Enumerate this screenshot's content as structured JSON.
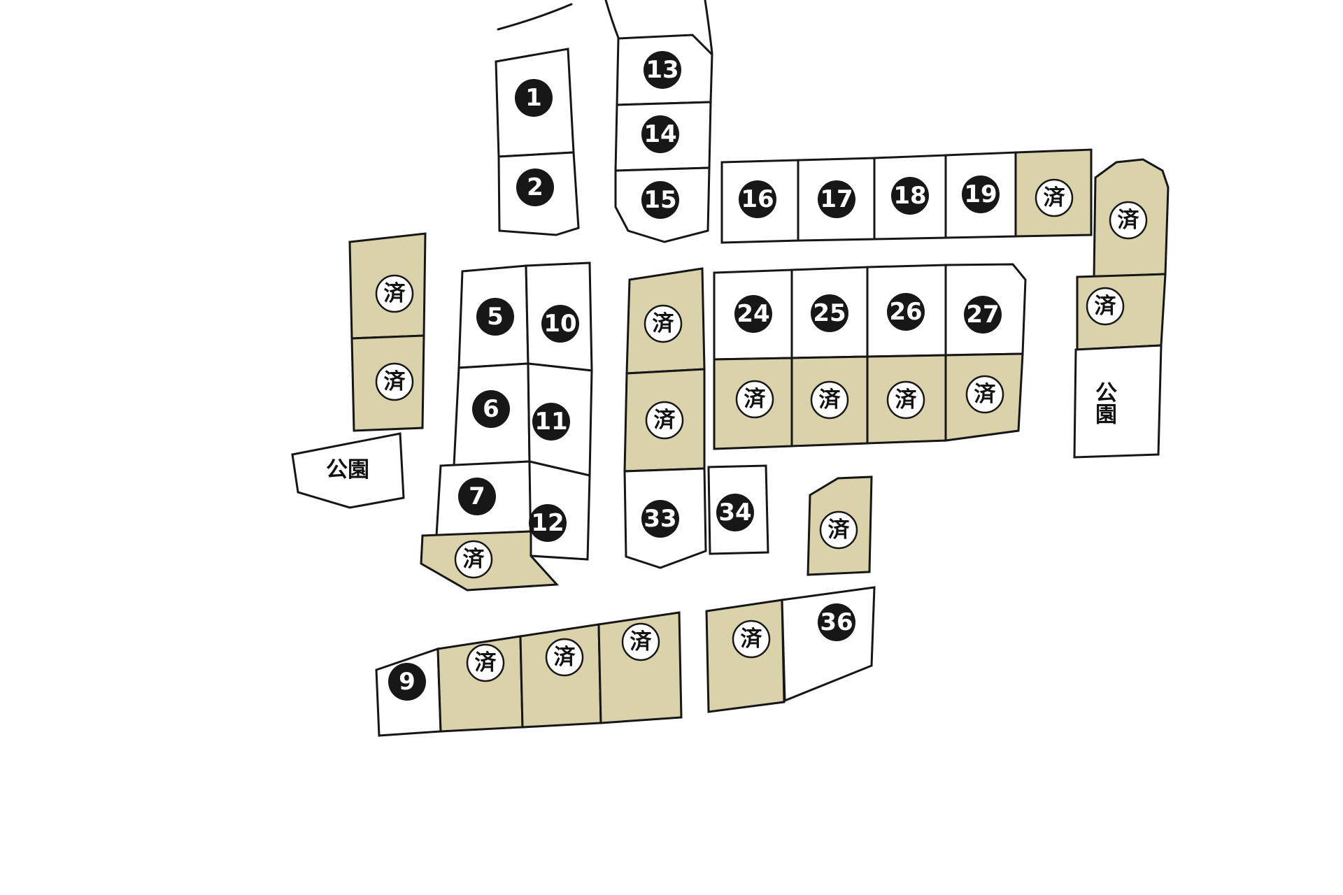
{
  "colors": {
    "available_fill": "#ffffff",
    "sold_fill": "#d9d2ab",
    "outline": "#161616",
    "number_badge": "#171717",
    "number_text": "#ffffff",
    "sold_text": "#111111"
  },
  "legend": {
    "sold_marker": "済",
    "park_label": "公園"
  },
  "lots": [
    {
      "id": "1",
      "label": "1",
      "status": "available"
    },
    {
      "id": "2",
      "label": "2",
      "status": "available"
    },
    {
      "id": "13",
      "label": "13",
      "status": "available"
    },
    {
      "id": "14",
      "label": "14",
      "status": "available"
    },
    {
      "id": "15",
      "label": "15",
      "status": "available"
    },
    {
      "id": "16",
      "label": "16",
      "status": "available"
    },
    {
      "id": "17",
      "label": "17",
      "status": "available"
    },
    {
      "id": "18",
      "label": "18",
      "status": "available"
    },
    {
      "id": "19",
      "label": "19",
      "status": "available"
    },
    {
      "id": "sold-1",
      "label": "済",
      "status": "sold"
    },
    {
      "id": "sold-2",
      "label": "済",
      "status": "sold"
    },
    {
      "id": "sold-3",
      "label": "済",
      "status": "sold"
    },
    {
      "id": "sold-4",
      "label": "済",
      "status": "sold"
    },
    {
      "id": "sold-5",
      "label": "済",
      "status": "sold"
    },
    {
      "id": "5",
      "label": "5",
      "status": "available"
    },
    {
      "id": "10",
      "label": "10",
      "status": "available"
    },
    {
      "id": "6",
      "label": "6",
      "status": "available"
    },
    {
      "id": "11",
      "label": "11",
      "status": "available"
    },
    {
      "id": "7",
      "label": "7",
      "status": "available"
    },
    {
      "id": "12",
      "label": "12",
      "status": "available"
    },
    {
      "id": "sold-6",
      "label": "済",
      "status": "sold"
    },
    {
      "id": "sold-7",
      "label": "済",
      "status": "sold"
    },
    {
      "id": "sold-8",
      "label": "済",
      "status": "sold"
    },
    {
      "id": "33",
      "label": "33",
      "status": "available"
    },
    {
      "id": "34",
      "label": "34",
      "status": "available"
    },
    {
      "id": "24",
      "label": "24",
      "status": "available"
    },
    {
      "id": "25",
      "label": "25",
      "status": "available"
    },
    {
      "id": "26",
      "label": "26",
      "status": "available"
    },
    {
      "id": "27",
      "label": "27",
      "status": "available"
    },
    {
      "id": "sold-9",
      "label": "済",
      "status": "sold"
    },
    {
      "id": "sold-10",
      "label": "済",
      "status": "sold"
    },
    {
      "id": "sold-11",
      "label": "済",
      "status": "sold"
    },
    {
      "id": "sold-12",
      "label": "済",
      "status": "sold"
    },
    {
      "id": "sold-13",
      "label": "済",
      "status": "sold"
    },
    {
      "id": "9",
      "label": "9",
      "status": "available"
    },
    {
      "id": "sold-14",
      "label": "済",
      "status": "sold"
    },
    {
      "id": "sold-15",
      "label": "済",
      "status": "sold"
    },
    {
      "id": "sold-16",
      "label": "済",
      "status": "sold"
    },
    {
      "id": "sold-17",
      "label": "済",
      "status": "sold"
    },
    {
      "id": "36",
      "label": "36",
      "status": "available"
    }
  ],
  "parks": [
    {
      "id": "park-left",
      "label": "公園",
      "orientation": "horizontal"
    },
    {
      "id": "park-right",
      "label": "公園",
      "orientation": "vertical"
    }
  ]
}
